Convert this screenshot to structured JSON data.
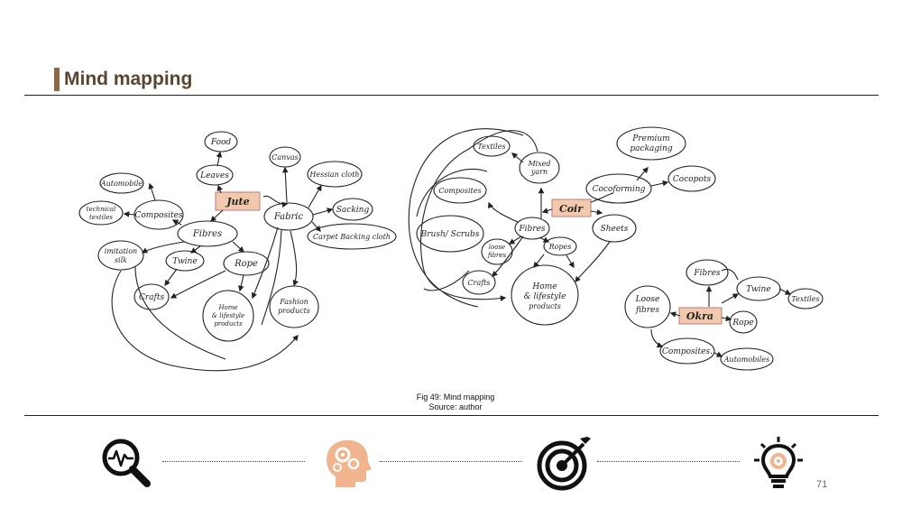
{
  "slide": {
    "title": "Mind mapping",
    "page_number": "71",
    "accent_color": "#8a6a45",
    "highlight_color": "#f2c9ac",
    "icon_color": "#f0b58e"
  },
  "caption": {
    "line1": "Fig 49: Mind mapping",
    "line2": "Source: author"
  },
  "jute_map": {
    "center": "Jute",
    "nodes": {
      "food": "Food",
      "leaves": "Leaves",
      "automobile": "Automobile",
      "technical_textiles_1": "technical",
      "technical_textiles_2": "textiles",
      "composites": "Composites",
      "fibres": "Fibres",
      "fabric": "Fabric",
      "canvas": "Canvas",
      "hessian_cloth": "Hessian cloth",
      "sacking": "Sacking",
      "carpet_backing_cloth": "Carpet Backing cloth",
      "imitation_silk_1": "imitation",
      "imitation_silk_2": "silk",
      "twine": "Twine",
      "rope": "Rope",
      "crafts": "Crafts",
      "home_lifestyle_1": "Home",
      "home_lifestyle_2": "& lifestyle",
      "home_lifestyle_3": "products",
      "fashion_products_1": "Fashion",
      "fashion_products_2": "products"
    }
  },
  "coir_map": {
    "center": "Coir",
    "nodes": {
      "premium_packaging_1": "Premium",
      "premium_packaging_2": "packaging",
      "textiles": "Textiles",
      "mixed_yarn_1": "Mixed",
      "mixed_yarn_2": "yarn",
      "cocoforming": "Cocoforming",
      "cocopots": "Cocopots",
      "composites": "Composites",
      "sheets": "Sheets",
      "fibres": "Fibres",
      "brush_scrubs": "Brush/ Scrubs",
      "loose_fibres_1": "loose",
      "loose_fibres_2": "fibres",
      "ropes": "Ropes",
      "crafts": "Crafts",
      "home_lifestyle_1": "Home",
      "home_lifestyle_2": "& lifestyle",
      "home_lifestyle_3": "products"
    }
  },
  "okra_map": {
    "center": "Okra",
    "nodes": {
      "fibres": "Fibres",
      "twine": "Twine",
      "textiles": "Textiles",
      "loose_fibres_1": "Loose",
      "loose_fibres_2": "fibres",
      "rope": "Rope",
      "composites": "Composites.",
      "automobiles": "Automobiles"
    }
  },
  "process_icons": [
    "research-magnifier-icon",
    "ideation-head-gears-icon",
    "target-dart-icon",
    "idea-lightbulb-gear-icon"
  ]
}
